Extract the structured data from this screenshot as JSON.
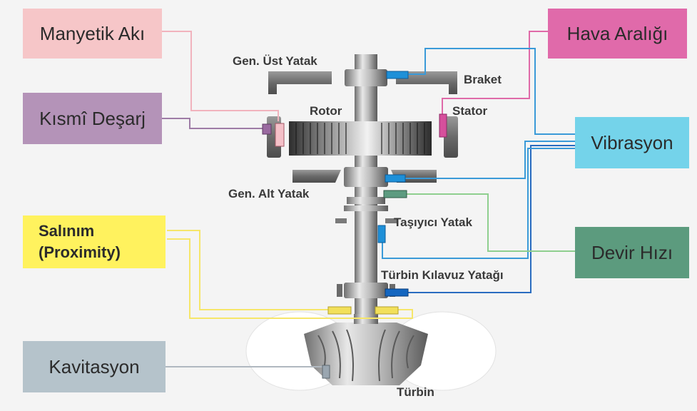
{
  "sensors": {
    "magnetic_flux": {
      "label": "Manyetik Akı",
      "color": "#f6c6c8"
    },
    "partial_discharge": {
      "label": "Kısmî Deşarj",
      "color": "#b493b8"
    },
    "oscillation": {
      "label_line1": "Salınım",
      "label_line2": "(Proximity)",
      "color": "#fff25e"
    },
    "cavitation": {
      "label": "Kavitasyon",
      "color": "#b5c3cb"
    },
    "air_gap": {
      "label": "Hava Aralığı",
      "color": "#e06aaa"
    },
    "vibration": {
      "label": "Vibrasyon",
      "color": "#74d3ea"
    },
    "speed": {
      "label": "Devir Hızı",
      "color": "#5c9b7e"
    }
  },
  "components": {
    "upper_bearing": "Gen. Üst Yatak",
    "bracket": "Braket",
    "rotor": "Rotor",
    "stator": "Stator",
    "lower_bearing": "Gen. Alt Yatak",
    "thrust_bearing": "Taşıyıcı Yatak",
    "turbine_guide_bearing": "Türbin Kılavuz Yatağı",
    "turbine": "Türbin"
  }
}
